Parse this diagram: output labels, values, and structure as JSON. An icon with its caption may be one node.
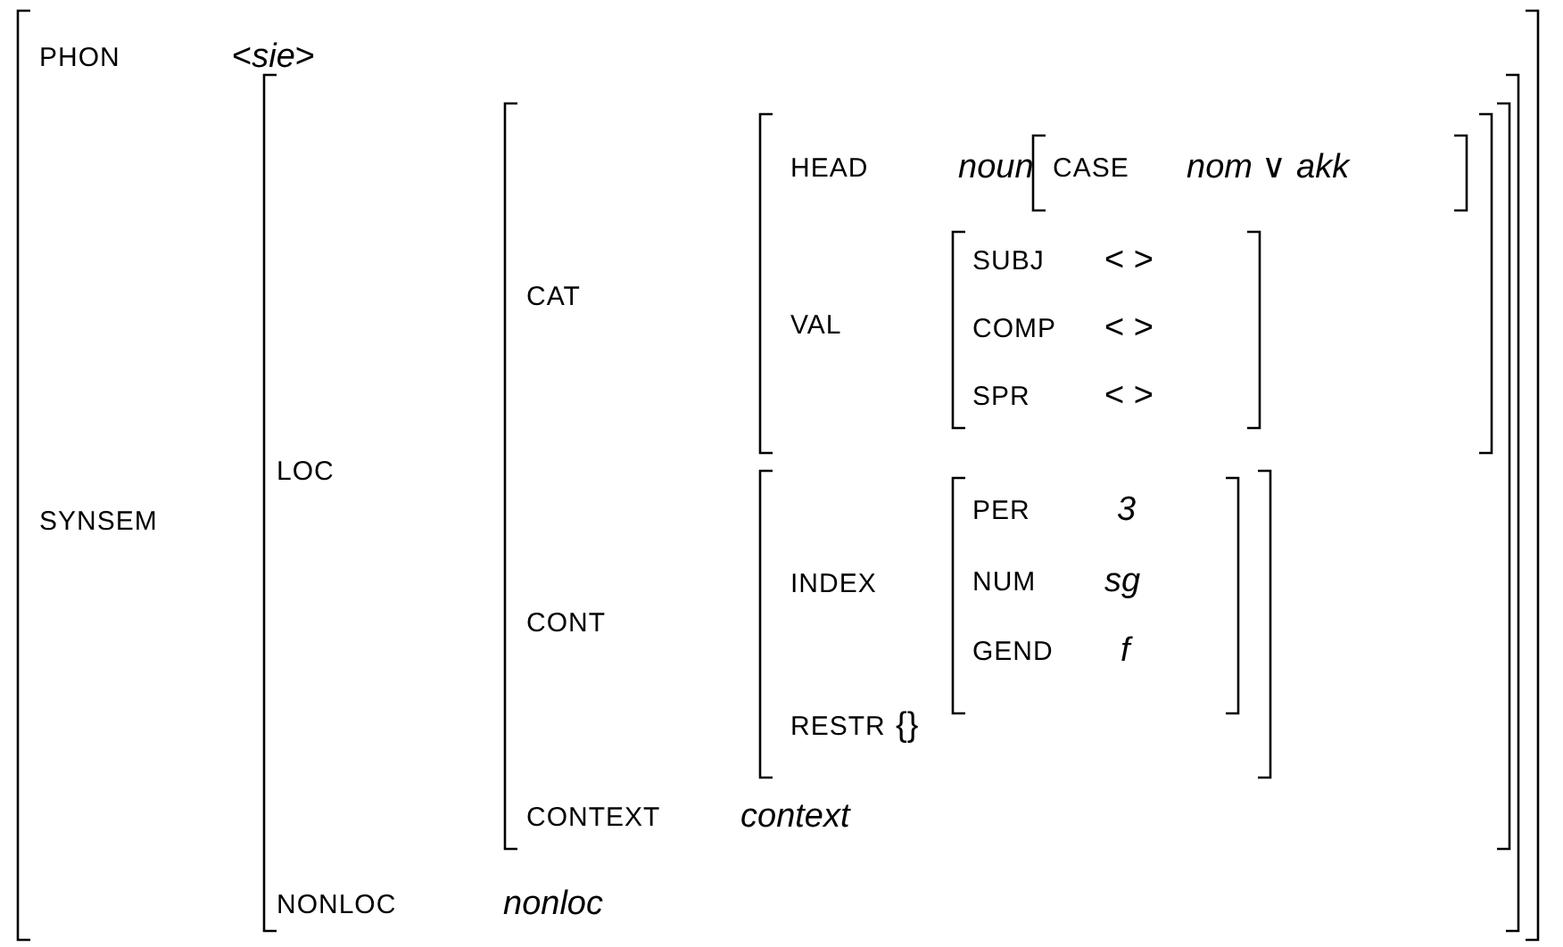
{
  "diagram": {
    "labels": [
      "PHON",
      "<*sie*>",
      "HEAD",
      "noun",
      "CASE",
      "*nom* ∨ *akk*",
      "SUBJ",
      "< >",
      "CAT",
      "VAL",
      "COMP",
      "< >",
      "SPR",
      "< >",
      "LOC",
      "SYNSEM",
      "PER",
      "3",
      "INDEX",
      "NUM",
      "sg",
      "CONT",
      "GEND",
      "f",
      "RESTR",
      "{}",
      "CONTEXT",
      "context",
      "NONLOC",
      "nonloc"
    ]
  }
}
